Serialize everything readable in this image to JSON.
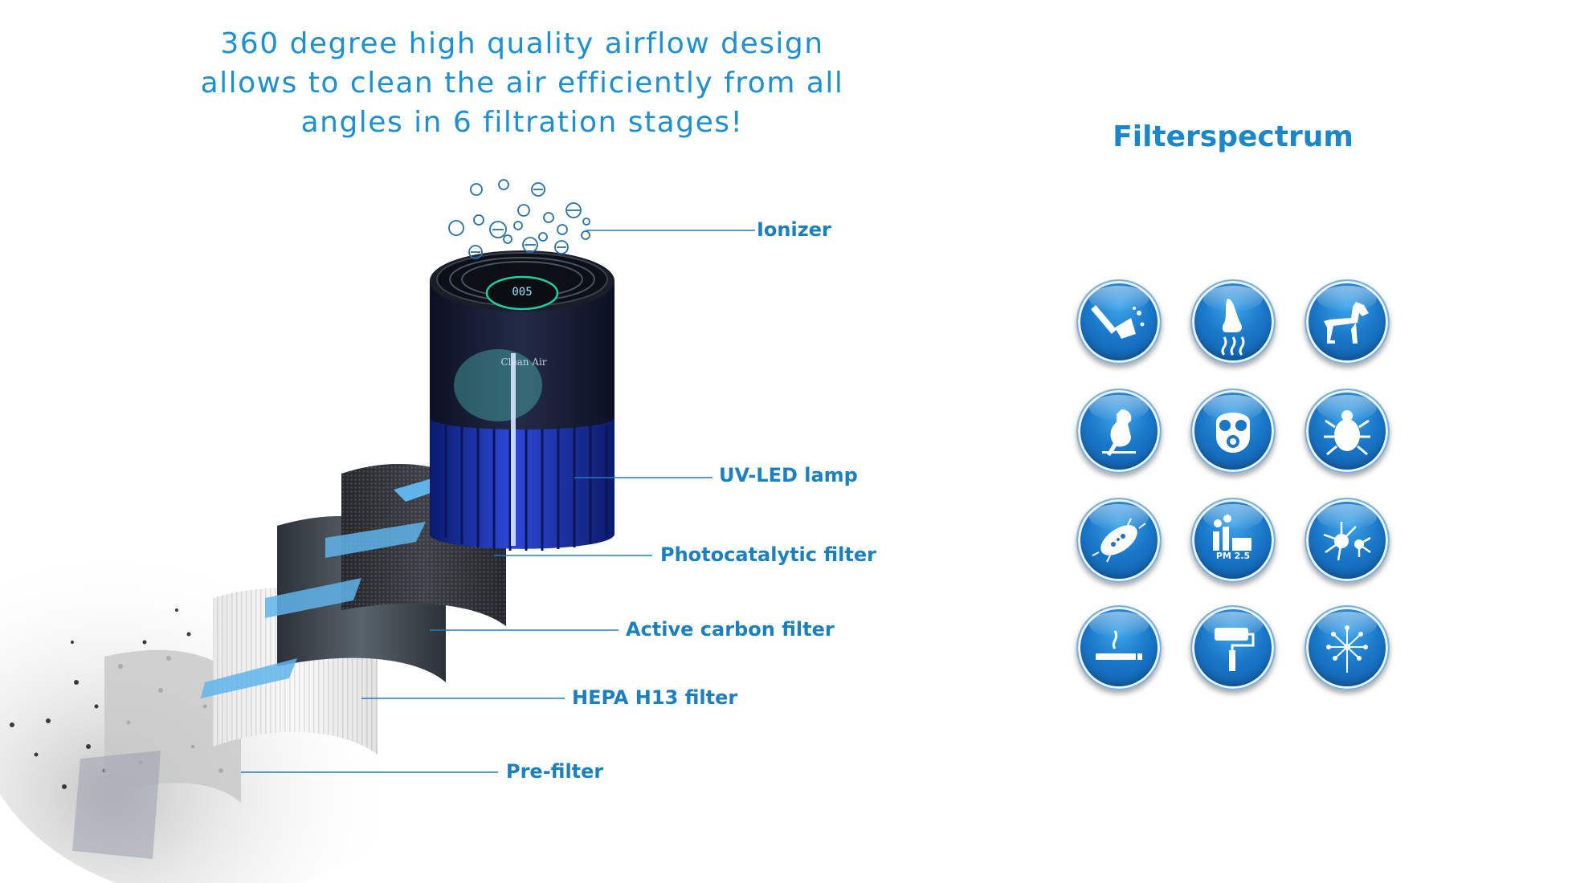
{
  "headline": {
    "line1": "360 degree high quality  airflow design",
    "line2": "allows to clean the air efficiently from all",
    "line3": "angles in 6 filtration stages!"
  },
  "filterspectrum": {
    "title": "Filterspectrum",
    "icons": [
      "dust-broom-icon",
      "odor-nose-icon",
      "pet-dog-icon",
      "bird-icon",
      "gas-mask-icon",
      "dust-mite-icon",
      "bacteria-icon",
      "pm25-pollution-icon",
      "virus-icon",
      "cigarette-smoke-icon",
      "paint-roller-icon",
      "pollen-dandelion-icon"
    ],
    "pm_label": "PM 2.5"
  },
  "device": {
    "display_value": "005",
    "brand": "Clean Air"
  },
  "stages": {
    "ionizer": "Ionizer",
    "uv_led": "UV-LED lamp",
    "photocatalytic": "Photocatalytic filter",
    "carbon": "Active carbon filter",
    "hepa": "HEPA H13 filter",
    "prefilter": "Pre-filter"
  },
  "colors": {
    "accent_blue": "#1e8fd0",
    "icon_blue": "#1a77c8",
    "arrow_blue": "#5fb4ea"
  }
}
